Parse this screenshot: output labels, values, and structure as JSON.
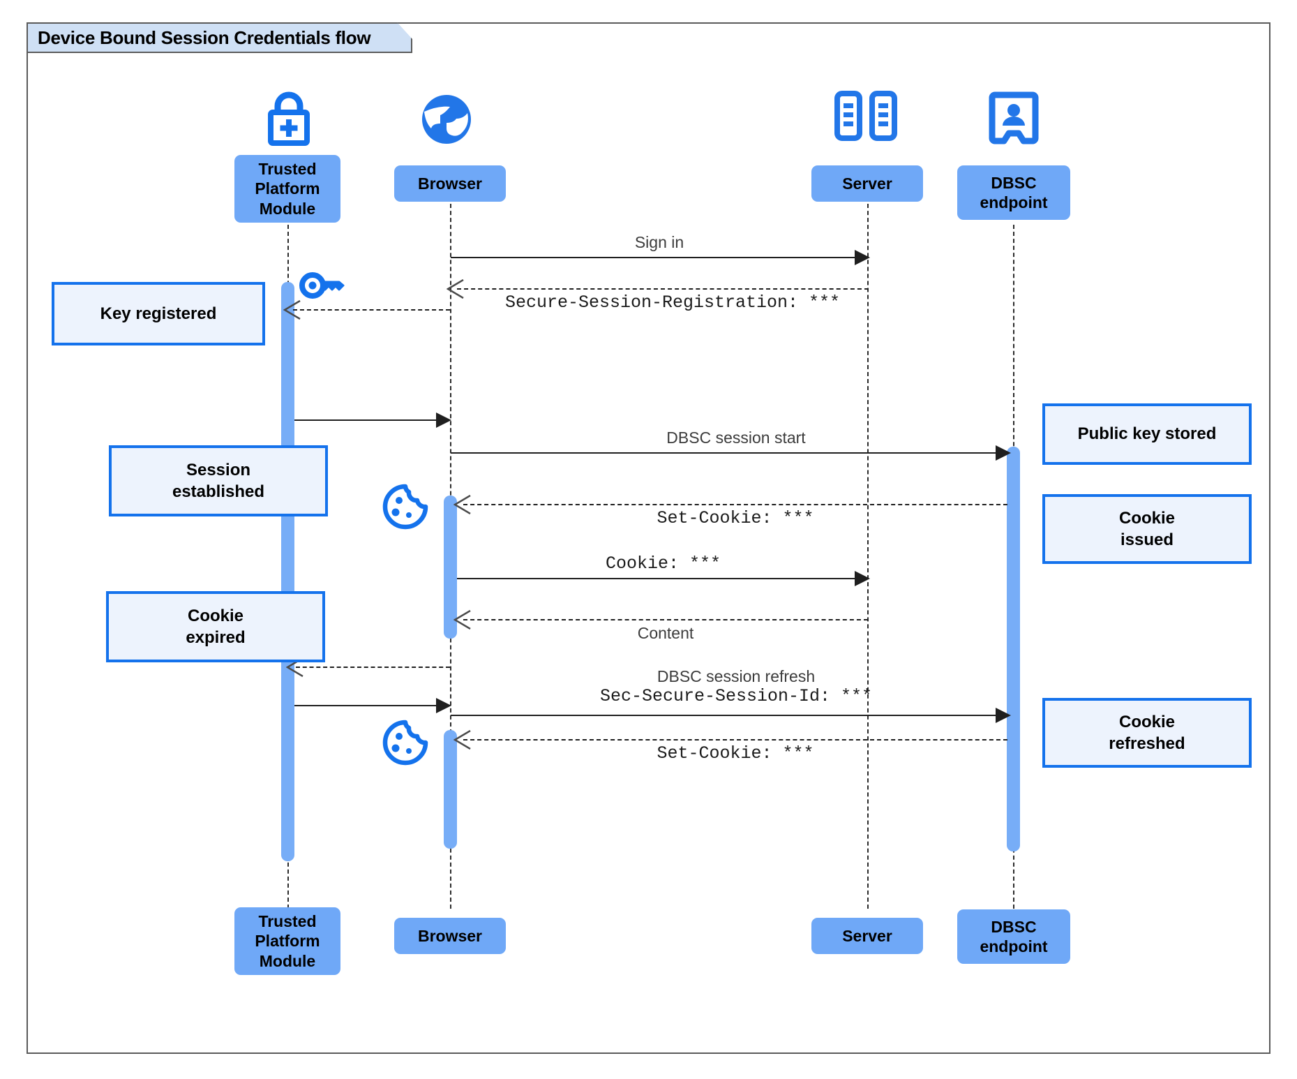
{
  "diagram": {
    "title": "Device Bound Session Credentials flow",
    "type": "sequence-diagram",
    "accent_color": "#1472ec",
    "participant_fill": "#6fa8f7",
    "note_fill": "#edf3fd",
    "title_fill": "#cfe0f5"
  },
  "participants": [
    {
      "id": "tpm",
      "label": "Trusted\nPlatform\nModule",
      "line1": "Trusted",
      "line2": "Platform",
      "line3": "Module",
      "icon": "lock-plus-icon"
    },
    {
      "id": "browser",
      "label": "Browser",
      "line1": "Browser",
      "icon": "globe-icon"
    },
    {
      "id": "server",
      "label": "Server",
      "line1": "Server",
      "icon": "server-rack-icon"
    },
    {
      "id": "dbsc",
      "label": "DBSC\nendpoint",
      "line1": "DBSC",
      "line2": "endpoint",
      "icon": "id-badge-icon"
    }
  ],
  "messages": [
    {
      "id": "m1",
      "from": "browser",
      "to": "server",
      "style": "solid",
      "sans": "Sign in"
    },
    {
      "id": "m2",
      "from": "server",
      "to": "browser",
      "style": "dashed",
      "mono": "Secure-Session-Registration: ***"
    },
    {
      "id": "m3",
      "from": "browser",
      "to": "tpm",
      "style": "dashed",
      "sans": ""
    },
    {
      "id": "m4",
      "from": "tpm",
      "to": "browser",
      "style": "solid",
      "sans": ""
    },
    {
      "id": "m5",
      "from": "browser",
      "to": "dbsc",
      "style": "solid",
      "sans": "DBSC session start"
    },
    {
      "id": "m6",
      "from": "dbsc",
      "to": "browser",
      "style": "dashed",
      "mono": "Set-Cookie: ***"
    },
    {
      "id": "m7",
      "from": "browser",
      "to": "server",
      "style": "solid",
      "mono": "Cookie: ***"
    },
    {
      "id": "m8",
      "from": "server",
      "to": "browser",
      "style": "dashed",
      "sans": "Content"
    },
    {
      "id": "m9",
      "from": "browser",
      "to": "tpm",
      "style": "dashed",
      "sans": ""
    },
    {
      "id": "m10",
      "from": "tpm",
      "to": "browser",
      "style": "solid",
      "sans": ""
    },
    {
      "id": "m11",
      "from": "browser",
      "to": "dbsc",
      "style": "solid",
      "sans": "DBSC session refresh",
      "mono": "Sec-Secure-Session-Id: ***"
    },
    {
      "id": "m12",
      "from": "dbsc",
      "to": "browser",
      "style": "dashed",
      "mono": "Set-Cookie: ***"
    }
  ],
  "notes": [
    {
      "id": "n1",
      "text": "Key registered",
      "line1": "Key registered",
      "side": "left"
    },
    {
      "id": "n2",
      "text": "Session established",
      "line1": "Session",
      "line2": "established",
      "side": "left"
    },
    {
      "id": "n3",
      "text": "Cookie expired",
      "line1": "Cookie",
      "line2": "expired",
      "side": "left"
    },
    {
      "id": "n4",
      "text": "Public key stored",
      "line1": "Public key stored",
      "side": "right"
    },
    {
      "id": "n5",
      "text": "Cookie issued",
      "line1": "Cookie",
      "line2": "issued",
      "side": "right"
    },
    {
      "id": "n6",
      "text": "Cookie refreshed",
      "line1": "Cookie",
      "line2": "refreshed",
      "side": "right"
    }
  ],
  "decor_icons": [
    {
      "id": "key1",
      "name": "key-icon",
      "near": "tpm-lifeline"
    },
    {
      "id": "cookie1",
      "name": "cookie-icon",
      "near": "browser-lifeline"
    },
    {
      "id": "cookie2",
      "name": "cookie-icon",
      "near": "browser-lifeline"
    }
  ],
  "labels": {
    "m1_sans": "Sign in",
    "m2_mono": "Secure-Session-Registration: ***",
    "m5_sans": "DBSC session start",
    "m6_mono": "Set-Cookie: ***",
    "m7_mono": "Cookie: ***",
    "m8_sans": "Content",
    "m11_sans": "DBSC session refresh",
    "m11_mono": "Sec-Secure-Session-Id: ***",
    "m12_mono": "Set-Cookie: ***"
  }
}
